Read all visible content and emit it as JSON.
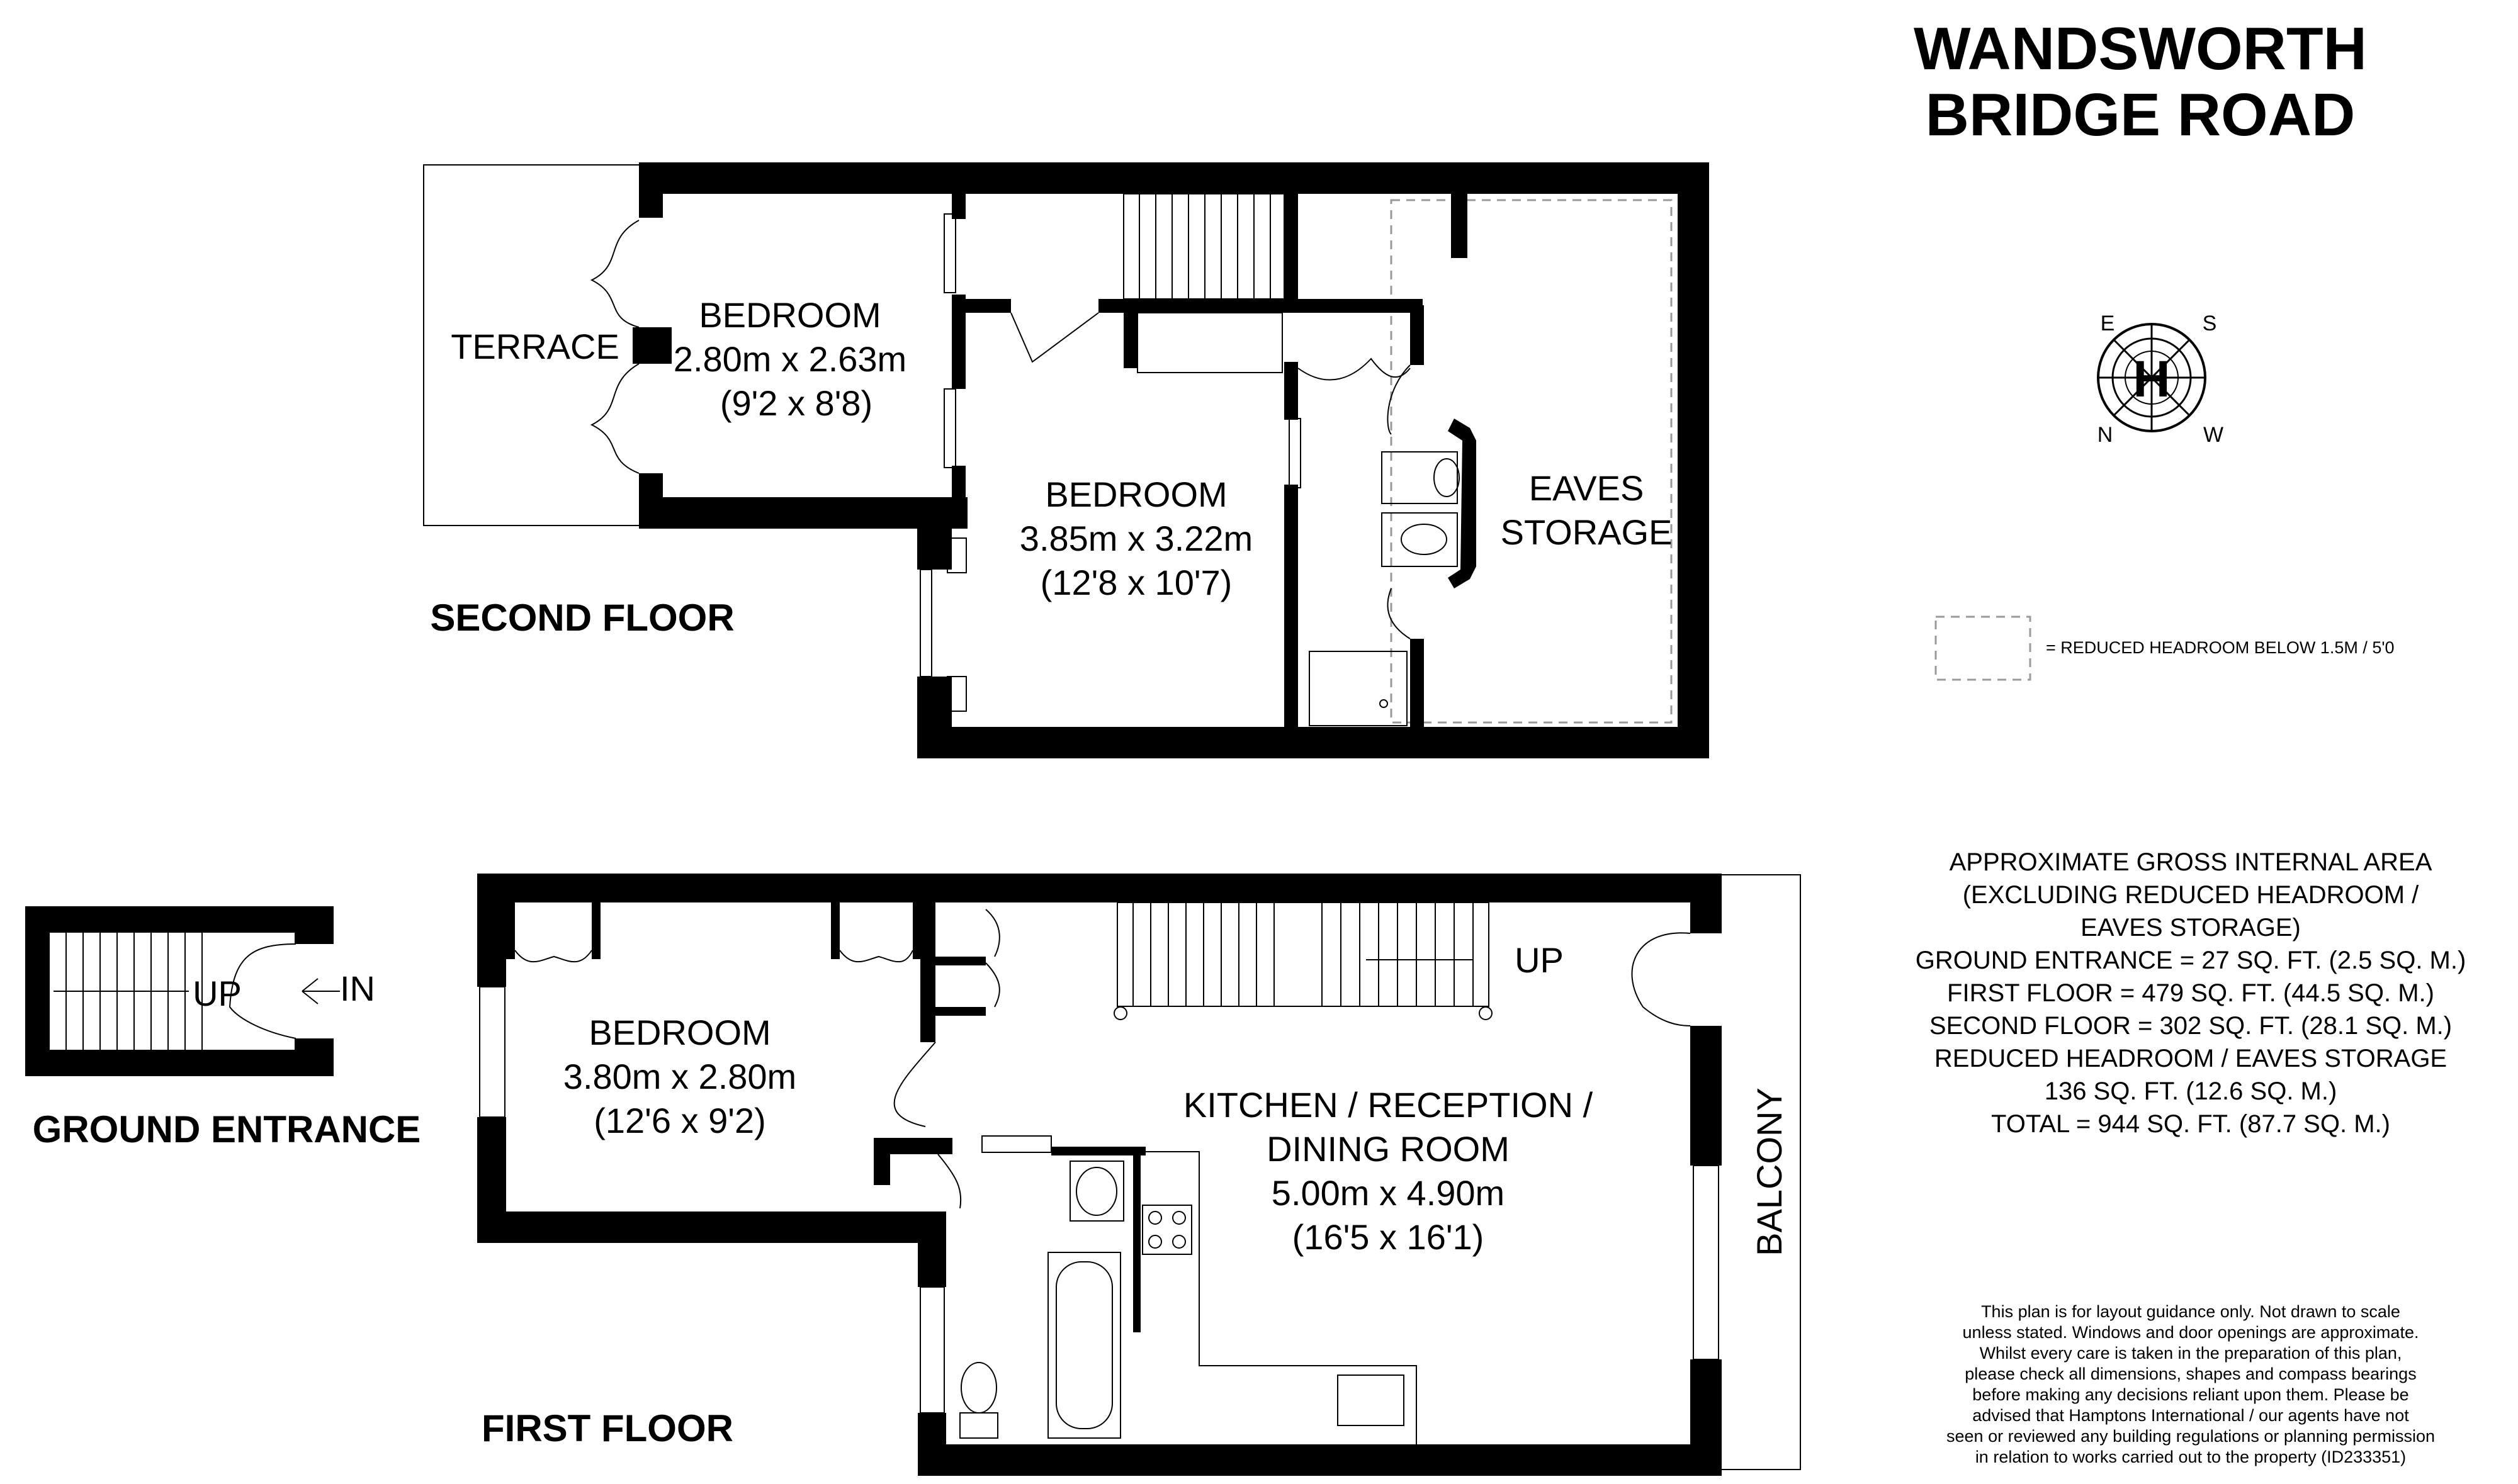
{
  "header": {
    "title_line1": "WANDSWORTH",
    "title_line2": "BRIDGE ROAD"
  },
  "compass": {
    "e": "E",
    "s": "S",
    "n": "N",
    "w": "W"
  },
  "legend": {
    "text": "= REDUCED HEADROOM BELOW 1.5M / 5'0"
  },
  "second_floor": {
    "heading": "SECOND FLOOR",
    "terrace": "TERRACE",
    "bedroom1": {
      "name": "BEDROOM",
      "metric": "2.80m x 2.63m",
      "imperial": "(9'2 x 8'8)"
    },
    "bedroom2": {
      "name": "BEDROOM",
      "metric": "3.85m x 3.22m",
      "imperial": "(12'8 x 10'7)"
    },
    "eaves": {
      "line1": "EAVES",
      "line2": "STORAGE"
    }
  },
  "ground_entrance": {
    "heading": "GROUND ENTRANCE",
    "up": "UP",
    "in": "IN"
  },
  "first_floor": {
    "heading": "FIRST FLOOR",
    "bedroom": {
      "name": "BEDROOM",
      "metric": "3.80m x 2.80m",
      "imperial": "(12'6 x 9'2)"
    },
    "kitchen": {
      "line1": "KITCHEN / RECEPTION /",
      "line2": "DINING ROOM",
      "metric": "5.00m x 4.90m",
      "imperial": "(16'5 x 16'1)"
    },
    "up": "UP",
    "balcony": "BALCONY"
  },
  "area_summary": [
    "APPROXIMATE GROSS INTERNAL AREA",
    "(EXCLUDING REDUCED HEADROOM /",
    "EAVES STORAGE)",
    "GROUND ENTRANCE = 27 SQ. FT. (2.5 SQ. M.)",
    "FIRST FLOOR  = 479 SQ. FT. (44.5 SQ. M.)",
    "SECOND FLOOR  = 302 SQ. FT. (28.1 SQ. M.)",
    "REDUCED HEADROOM / EAVES STORAGE",
    "136 SQ. FT. (12.6 SQ. M.)",
    "TOTAL =  944 SQ. FT. (87.7 SQ. M.)"
  ],
  "disclaimer": [
    "This plan is for layout guidance only. Not drawn to scale",
    "unless stated. Windows and door openings are approximate.",
    "Whilst every care is taken in the preparation of this plan,",
    "please check all dimensions, shapes and compass bearings",
    "before making any decisions reliant upon them. Please be",
    "advised that Hamptons International / our agents have not",
    "seen or reviewed any building regulations or planning permission",
    "in relation to works carried out to the property (ID233351)"
  ]
}
